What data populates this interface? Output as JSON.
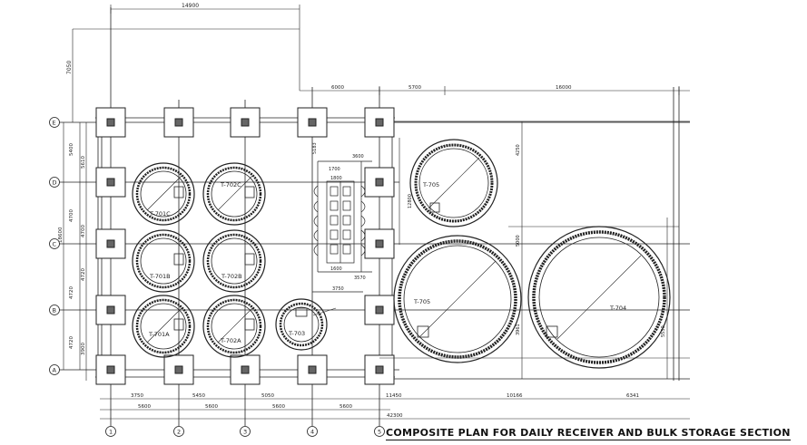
{
  "title": "COMPOSITE PLAN FOR DAILY RECEIVER AND BULK STORAGE SECTION",
  "top_dimension": "14900",
  "left_dimension": "7050",
  "grid_rows": [
    "E",
    "D",
    "C",
    "B",
    "A"
  ],
  "grid_columns": [
    "1",
    "2",
    "3",
    "4",
    "5"
  ],
  "tanks": {
    "t701c": "T-701C",
    "t702c": "T-702C",
    "t701b": "T-701B",
    "t702b": "T-702B",
    "t701a": "T-701A",
    "t702a": "T-702A",
    "t703": "T-703",
    "t705_small": "T-705",
    "t705_large": "T-705",
    "t704": "T-704"
  },
  "dims": {
    "top_right_1": "6000",
    "top_right_2": "5700",
    "top_right_3": "16000",
    "bottom_1": "3750",
    "bottom_2": "5450",
    "bottom_3": "5050",
    "bottom_4": "11450",
    "bottom_5": "10166",
    "bottom_6": "6341",
    "bottom_bay_1": "5600",
    "bottom_bay_2": "5600",
    "bottom_bay_3": "5600",
    "bottom_bay_4": "5600",
    "overall_bottom": "42300",
    "left_1": "5400",
    "left_2": "5610",
    "left_3": "4700",
    "left_4": "4700",
    "left_5": "4720",
    "left_6": "4720",
    "left_overall": "18600",
    "left_7": "3900",
    "right_r1": "4250",
    "right_r2": "5000",
    "right_r3": "5550",
    "right_r4": "3961",
    "mid_1": "5183",
    "mid_2": "12800",
    "pump_top_1": "1700",
    "pump_top_2": "3600",
    "pump_width": "1800",
    "pump_bottom_1": "1600",
    "pump_bottom_2": "3570",
    "pump_bottom_3": "3750"
  }
}
